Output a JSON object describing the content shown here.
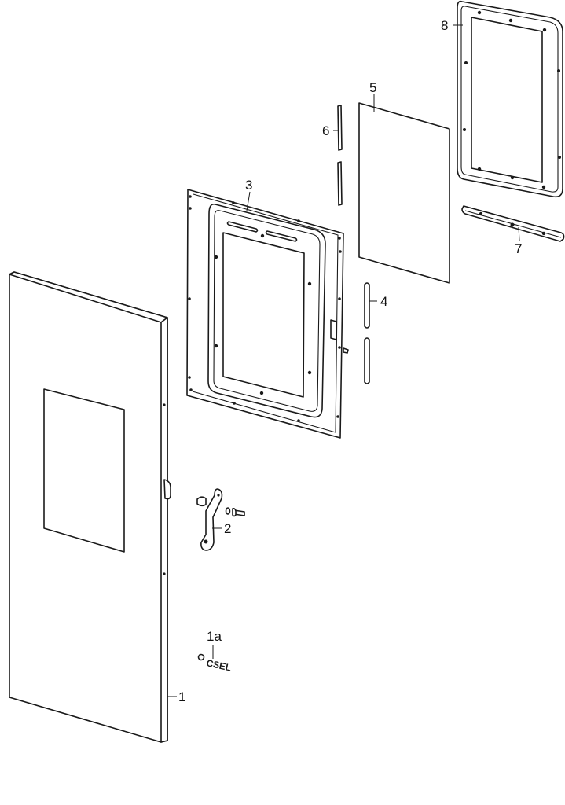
{
  "diagram": {
    "callouts": [
      {
        "id": "door",
        "label": "1"
      },
      {
        "id": "logo",
        "label": "1a"
      },
      {
        "id": "bracket",
        "label": "2"
      },
      {
        "id": "inner-frame",
        "label": "3"
      },
      {
        "id": "rods",
        "label": "4"
      },
      {
        "id": "glass-panel",
        "label": "5"
      },
      {
        "id": "strips",
        "label": "6"
      },
      {
        "id": "bottom-rail",
        "label": "7"
      },
      {
        "id": "outer-frame",
        "label": "8"
      }
    ],
    "logo_text": "CSEL",
    "line_color": "#1a1a1a",
    "background": "#ffffff"
  }
}
